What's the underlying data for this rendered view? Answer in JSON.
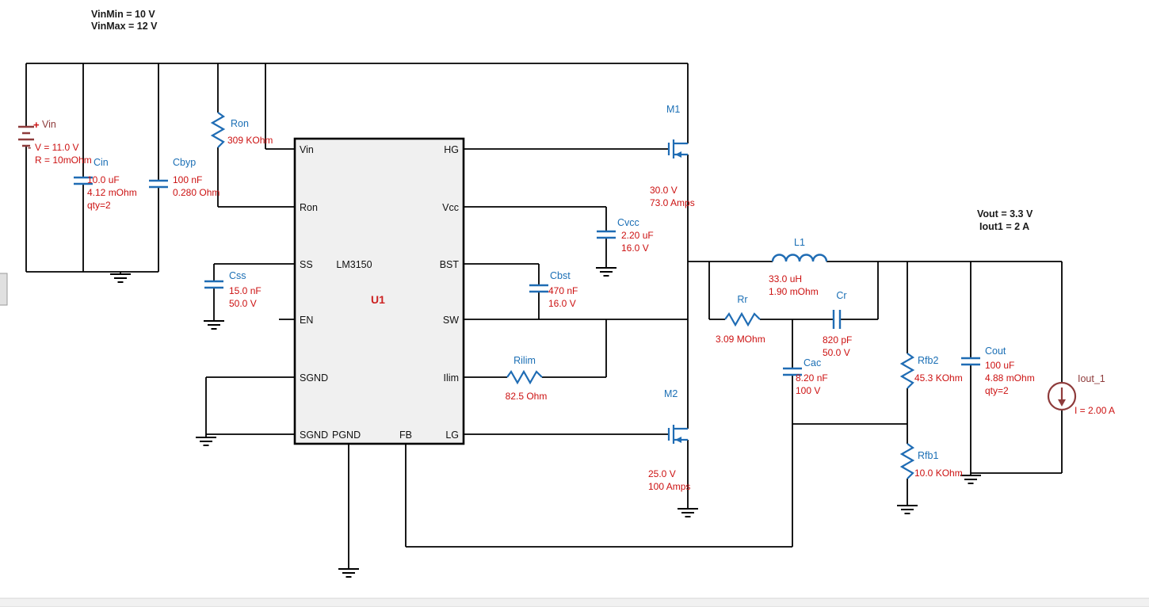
{
  "annotations": {
    "vin_min": "VinMin = 10 V",
    "vin_max": "VinMax = 12 V",
    "vout": "Vout = 3.3 V",
    "iout": "Iout1 = 2 A"
  },
  "ic": {
    "part": "LM3150",
    "refdes": "U1",
    "pins_left": [
      "Vin",
      "Ron",
      "SS",
      "EN",
      "SGND",
      "SGND"
    ],
    "pins_bottom": [
      "PGND",
      "FB"
    ],
    "pins_right": [
      "HG",
      "Vcc",
      "BST",
      "SW",
      "Ilim",
      "LG"
    ]
  },
  "components": {
    "vin": {
      "label": "Vin",
      "plus": "+",
      "minus": "-",
      "values": [
        "V = 11.0 V",
        "R = 10mOhm"
      ]
    },
    "cin": {
      "label": "Cin",
      "values": [
        "10.0 uF",
        "4.12 mOhm",
        "qty=2"
      ]
    },
    "cbyp": {
      "label": "Cbyp",
      "values": [
        "100 nF",
        "0.280 Ohm"
      ]
    },
    "ron": {
      "label": "Ron",
      "values": [
        "309 KOhm"
      ]
    },
    "css": {
      "label": "Css",
      "values": [
        "15.0 nF",
        "50.0 V"
      ]
    },
    "cvcc": {
      "label": "Cvcc",
      "values": [
        "2.20 uF",
        "16.0 V"
      ]
    },
    "cbst": {
      "label": "Cbst",
      "values": [
        "470 nF",
        "16.0 V"
      ]
    },
    "rilim": {
      "label": "Rilim",
      "values": [
        "82.5 Ohm"
      ]
    },
    "m1": {
      "label": "M1",
      "values": [
        "30.0 V",
        "73.0 Amps"
      ]
    },
    "m2": {
      "label": "M2",
      "values": [
        "25.0 V",
        "100 Amps"
      ]
    },
    "l1": {
      "label": "L1",
      "values": [
        "33.0 uH",
        "1.90 mOhm"
      ]
    },
    "rr": {
      "label": "Rr",
      "values": [
        "3.09 MOhm"
      ]
    },
    "cr": {
      "label": "Cr",
      "values": [
        "820 pF",
        "50.0 V"
      ]
    },
    "cac": {
      "label": "Cac",
      "values": [
        "8.20 nF",
        "100 V"
      ]
    },
    "rfb2": {
      "label": "Rfb2",
      "values": [
        "45.3 KOhm"
      ]
    },
    "rfb1": {
      "label": "Rfb1",
      "values": [
        "10.0 KOhm"
      ]
    },
    "cout": {
      "label": "Cout",
      "values": [
        "100 uF",
        "4.88 mOhm",
        "qty=2"
      ]
    },
    "iout1": {
      "label": "Iout_1",
      "values": [
        "I = 2.00 A"
      ]
    }
  },
  "colors": {
    "symbol_blue": "#1f6cb4",
    "label_blue": "#1b6fb5",
    "value_red": "#cc1111",
    "source_maroon": "#8e3b3b",
    "wire_black": "#000000",
    "ic_fill": "#f0f0f0"
  }
}
